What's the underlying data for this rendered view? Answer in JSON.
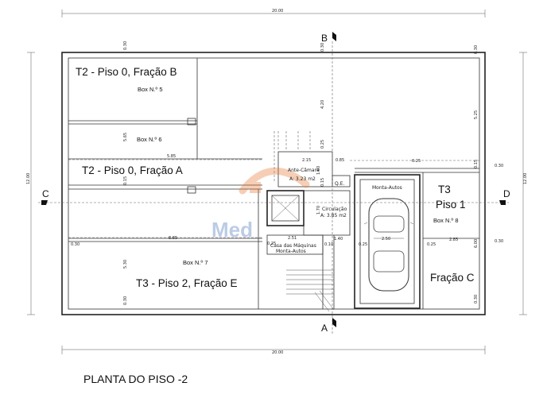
{
  "title": "PLANTA DO PISO -2",
  "overall_dims": {
    "top": "20.00",
    "bottom": "20.00",
    "left": "12.00",
    "right": "12.00"
  },
  "section_marks": {
    "top": "B",
    "bottom": "A",
    "left": "C",
    "right": "D"
  },
  "fraction_labels": {
    "t2_b": "T2 - Piso 0, Fração B",
    "t2_a": "T2 - Piso 0, Fração A",
    "t3_e": "T3 - Piso 2, Fração E",
    "t3_c_line1": "T3",
    "t3_c_line2": "Piso 1",
    "t3_c_frac": "Fração C"
  },
  "boxes": {
    "box5": "Box N.º 5",
    "box6": "Box N.º 6",
    "box7": "Box N.º 7",
    "box8": "Box N.º 8"
  },
  "rooms": {
    "ante_camara": "Ante-Câmara",
    "ante_camara_area": "A: 3.23 m2",
    "qe": "Q.E.",
    "circulacao": "Circulação",
    "circulacao_area": "A: 3.85 m2",
    "monta_autos": "Monta-Autos",
    "casa_maquinas_1": "Casa das Máquinas",
    "casa_maquinas_2": "Monta-Autos"
  },
  "dimensions": {
    "d_5_85": "5.85",
    "d_8_85": "8.85",
    "d_6_25": "6.25",
    "d_2_85": "2.85",
    "d_2_15": "2.15",
    "d_0_85": "0.85",
    "d_2_51": "2.51",
    "d_2_50": "2.50",
    "d_1_40": "1.40",
    "d_0_25": "0.25",
    "d_0_30": "0.30",
    "d_0_15": "0.15",
    "d_0_10": "0.10",
    "d_5_65": "5.65",
    "d_5_30": "5.30",
    "d_5_25": "5.25",
    "d_4_20": "4.20",
    "d_6_00": "6.00",
    "d_1_60": "1.60",
    "d_1_70": "1.70"
  },
  "watermark": "Med"
}
